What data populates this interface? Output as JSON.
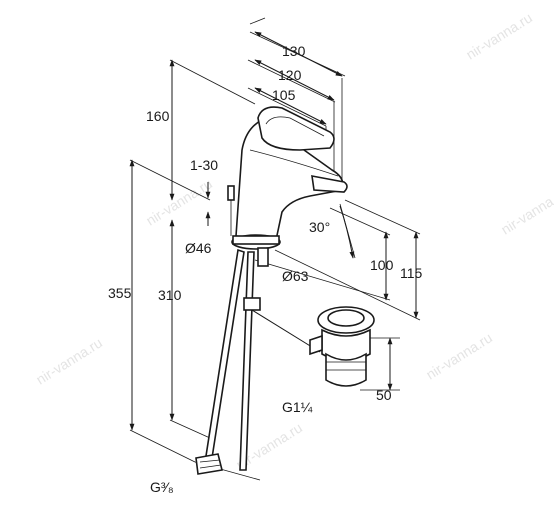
{
  "dimensions": {
    "d130": "130",
    "d120": "120",
    "d105": "105",
    "d160": "160",
    "d1_30": "1-30",
    "d30deg": "30°",
    "d46": "Ø46",
    "d63": "Ø63",
    "d100": "100",
    "d115": "115",
    "d355": "355",
    "d310": "310",
    "d50": "50",
    "g114": "G1¼",
    "g38": "G³⁄₈"
  },
  "watermark": {
    "text": "nir-vanna.ru"
  }
}
